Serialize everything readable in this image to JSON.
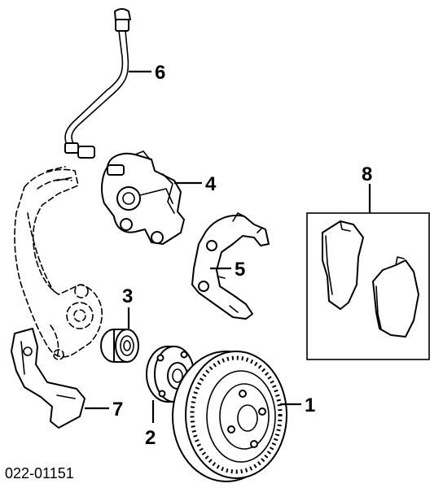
{
  "diagram_code": "022-01151",
  "callouts": {
    "rotor": "1",
    "hub": "2",
    "bearing": "3",
    "caliper": "4",
    "caliper_bracket": "5",
    "brake_hose": "6",
    "dust_shield": "7",
    "brake_pads": "8"
  }
}
